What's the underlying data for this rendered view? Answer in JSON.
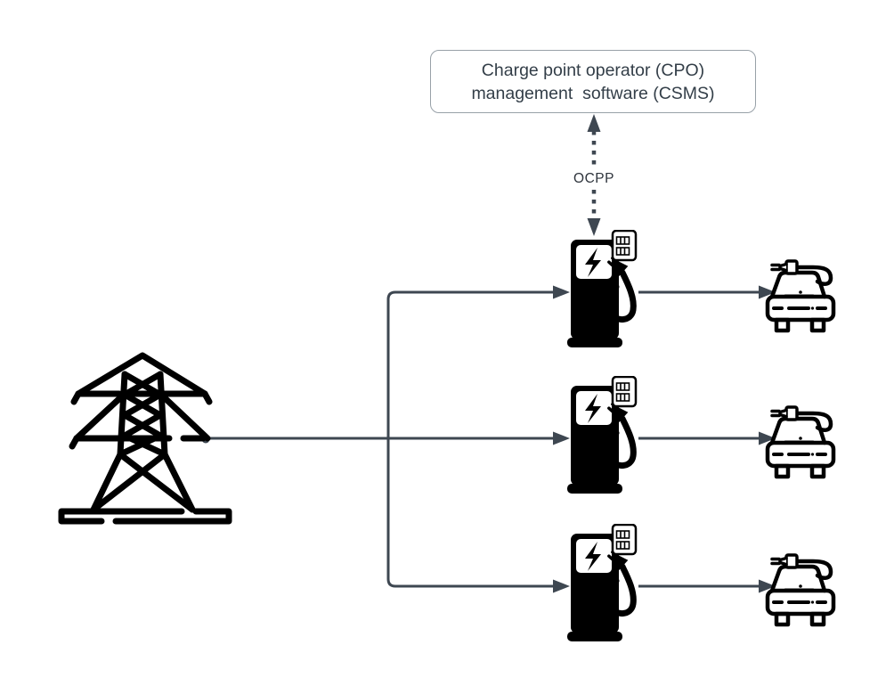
{
  "csms_box": {
    "label": "Charge point operator (CPO)\nmanagement  software (CSMS)"
  },
  "ocpp": {
    "label": "OCPP"
  },
  "colors": {
    "background": "#ffffff",
    "connector": "#3e4751",
    "icon_black": "#000000",
    "box_border": "#98a1a8",
    "box_fill": "#ffffff",
    "text": "#333e48"
  },
  "icons": {
    "grid": "transmission-tower-icon",
    "station": "ev-charging-station-icon",
    "station_badge": "sim-card-icon",
    "station_screen": "lightning-bolt-icon",
    "vehicle": "electric-car-with-plug-icon"
  },
  "nodes": {
    "grid_count": 1,
    "station_count": 3,
    "vehicle_count": 3
  }
}
